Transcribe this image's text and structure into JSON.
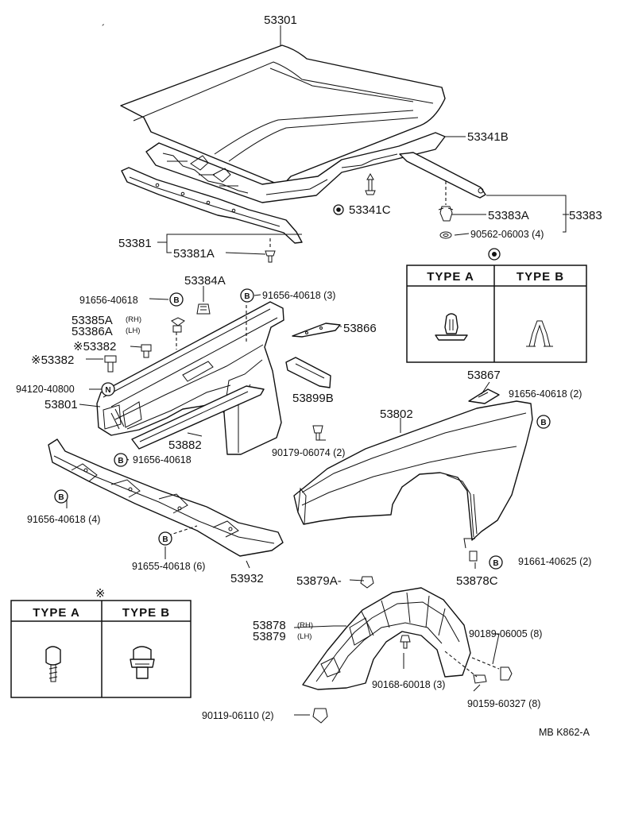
{
  "diagram": {
    "parts": {
      "p53301": "53301",
      "p53341B": "53341B",
      "p53341C": "53341C",
      "p53383A": "53383A",
      "p53383": "53383",
      "p90562": "90562-06003 (4)",
      "p53381": "53381",
      "p53381A": "53381A",
      "p53384A": "53384A",
      "p91656_a": "91656-40618",
      "p91656_b": "91656-40618 (3)",
      "p53385A": "53385A",
      "p53386A": "53386A",
      "rh": "(RH)",
      "lh": "(LH)",
      "p53866": "53866",
      "p53382_a": "※53382",
      "p53382_b": "※53382",
      "p94120": "94120-40800",
      "p53801": "53801",
      "p53899B": "53899B",
      "p53882": "53882",
      "p91656_c": "91656-40618",
      "p90179": "90179-06074 (2)",
      "p53867": "53867",
      "p91656_d": "91656-40618 (2)",
      "p53802": "53802",
      "p91656_e": "91656-40618 (4)",
      "p91655": "91655-40618 (6)",
      "p53932": "53932",
      "p91661": "91661-40625 (2)",
      "p53878C": "53878C",
      "p53879A": "53879A-",
      "p53878": "53878",
      "p53879": "53879",
      "rh2": "(RH)",
      "lh2": "(LH)",
      "p90189": "90189-06005 (8)",
      "p90168": "90168-60018 (3)",
      "p90159": "90159-60327 (8)",
      "p90119": "90119-06110 (2)"
    },
    "markers": {
      "B": "B",
      "N": "N"
    },
    "clip_table": {
      "type_a": "TYPE A",
      "type_b": "TYPE B"
    },
    "bolt_table": {
      "symbol": "※",
      "type_a": "TYPE A",
      "type_b": "TYPE B"
    },
    "code": "MB  K862-A",
    "stray_mark": "´"
  }
}
